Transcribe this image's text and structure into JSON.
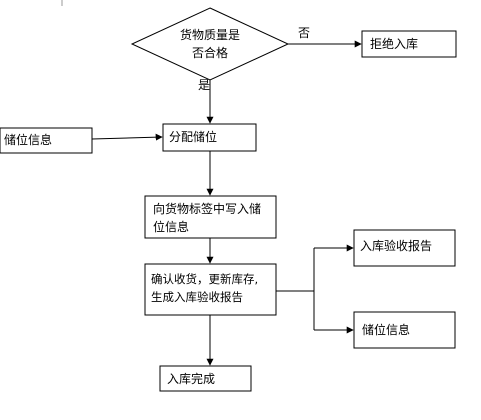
{
  "flowchart": {
    "decision": "货物质量是\n否合格",
    "no_label": "否",
    "yes_label": "是",
    "reject": "拒绝入库",
    "storage_info_input": "储位信息",
    "allocate": "分配储位",
    "write_tag": "向货物标签中写入储\n位信息",
    "confirm": "确认收货，更新库存,\n生成入库验收报告",
    "report": "入库验收报告",
    "storage_info_output": "储位信息",
    "done": "入库完成"
  },
  "colors": {
    "line": "#000000",
    "fill": "#ffffff"
  }
}
